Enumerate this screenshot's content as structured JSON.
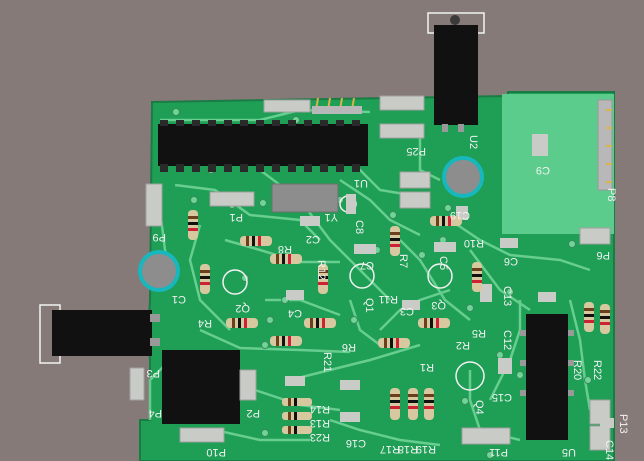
{
  "colors": {
    "background": "#867a78",
    "board": "#1f9e55",
    "board_shade": "#178a48",
    "trace": "#6fd497",
    "pad": "#c9ccc6",
    "silk": "#f2f2f2",
    "ic_body": "#141414",
    "keepout": "#5bcc8b",
    "mount_ring": "#17b7bd",
    "mount_hole": "#909090",
    "resistor_body": "#d8c8a0"
  },
  "designators": {
    "P1": "P1",
    "P2": "P2",
    "P3": "P3",
    "P4": "P4",
    "P6": "P6",
    "P8": "P8",
    "P9": "P9",
    "P10": "P10",
    "P11": "P11",
    "P13": "P13",
    "P25": "P25",
    "U1": "U1",
    "U2": "U2",
    "U5": "U5",
    "Y1": "Y1",
    "Q1": "Q1",
    "Q2": "Q2",
    "Q3": "Q3",
    "Q4": "Q4",
    "C1": "C1",
    "C2": "C2",
    "C3": "C3",
    "C4": "C4",
    "C5": "C5",
    "C6": "C6",
    "C7": "C7",
    "C8": "C8",
    "C9": "C9",
    "C12": "C12",
    "C13": "C13",
    "C14": "C14",
    "C15": "C15",
    "C16": "C16",
    "C19": "C19",
    "R1": "R1",
    "R2": "R2",
    "R4": "R4",
    "R5": "R5",
    "R6": "R6",
    "R7": "R7",
    "R8": "R8",
    "R10": "R10",
    "R11": "R11",
    "R12": "R12",
    "R13": "R13",
    "R14": "R14",
    "R17": "R17",
    "R18": "R18",
    "R19": "R19",
    "R20": "R20",
    "R21": "R21",
    "R22": "R22",
    "R23": "R23"
  }
}
